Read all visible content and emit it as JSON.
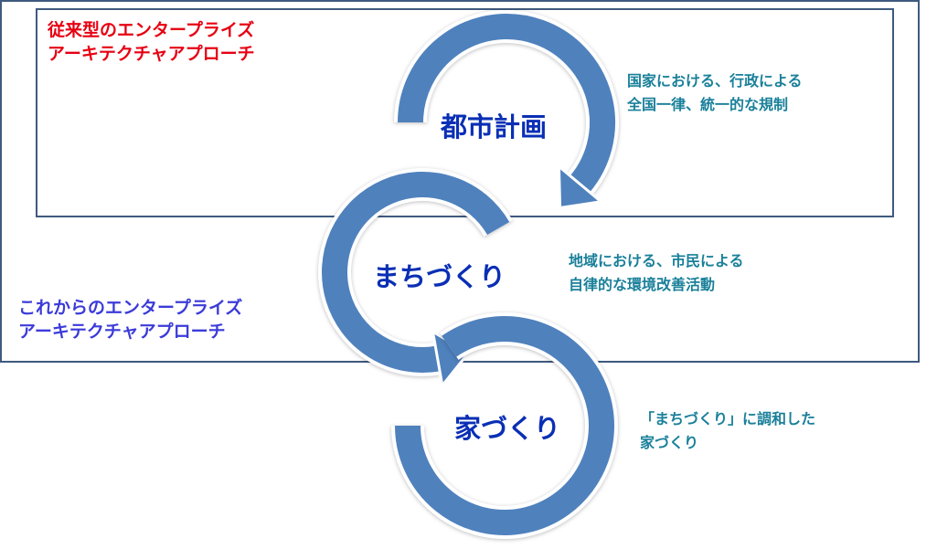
{
  "legacy_approach": {
    "line1": "従来型のエンタープライズ",
    "line2": "アーキテクチャアプローチ",
    "color": "#e60012"
  },
  "future_approach": {
    "line1": "これからのエンタープライズ",
    "line2": "アーキテクチャアプローチ",
    "color": "#3b3bd9"
  },
  "stages": [
    {
      "label": "都市計画",
      "note1": "国家における、行政による",
      "note2": "全国一律、統一的な規制"
    },
    {
      "label": "まちづくり",
      "note1": "地域における、市民による",
      "note2": "自律的な環境改善活動"
    },
    {
      "label": "家づくり",
      "note1": "「まちづくり」に調和した",
      "note2": "家づくり"
    }
  ],
  "arrow_color": "#4f81bd"
}
